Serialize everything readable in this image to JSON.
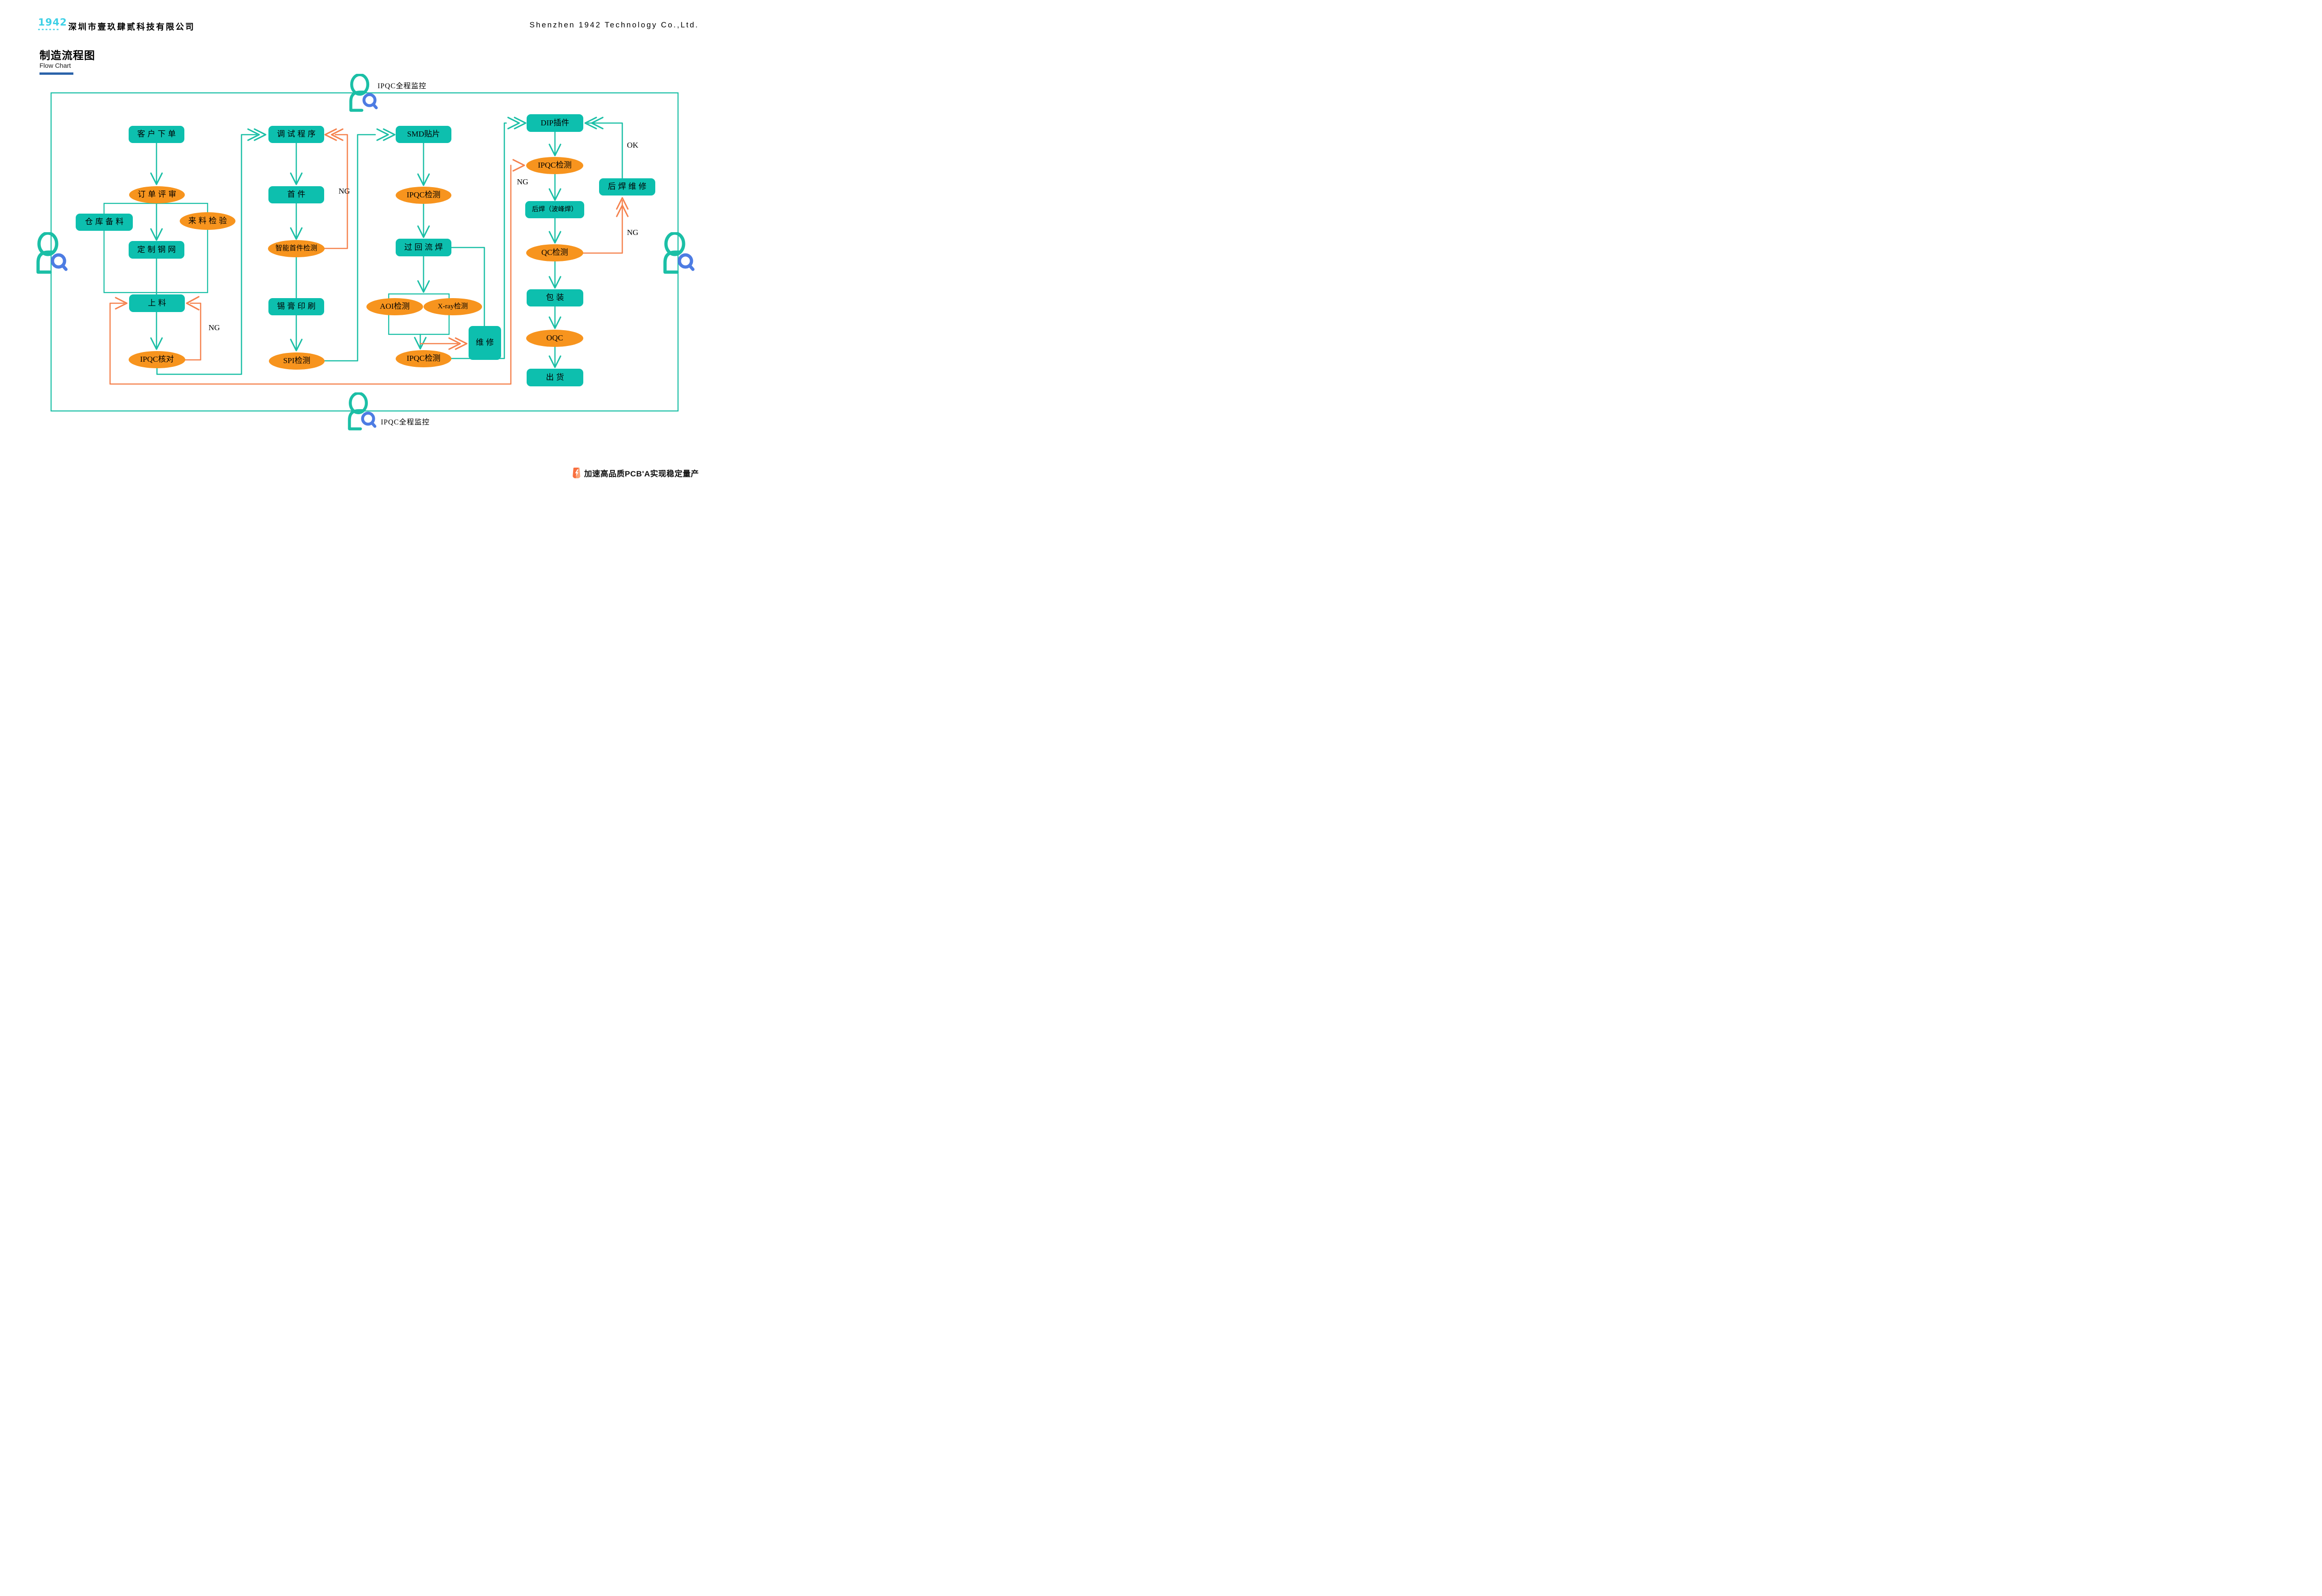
{
  "header": {
    "logo_text": "1942",
    "company_cn": "深圳市壹玖肆贰科技有限公司",
    "company_en": "Shenzhen 1942 Technology Co.,Ltd."
  },
  "title": {
    "cn": "制造流程图",
    "en": "Flow Chart"
  },
  "monitor": {
    "top_label": "IPQC全程监控",
    "bottom_label": "IPQC全程监控"
  },
  "footer": {
    "tagline": "加速高品质PCB'A实现稳定量产",
    "badge_icon": "lightning-bolt-icon"
  },
  "colors": {
    "teal_fill": "#0dbfae",
    "teal_line": "#1bbfa6",
    "orange_fill": "#f7941e",
    "orange_line": "#f5824e",
    "blue_accent": "#4d7ce3",
    "logo_cyan": "#3ed0e6",
    "underline_blue": "#2b63a9",
    "badge_orange": "#f97c4d"
  },
  "flow": {
    "nodes": {
      "customer_order": {
        "label": "客户下单",
        "shape": "rect"
      },
      "order_review": {
        "label": "订单评审",
        "shape": "ellipse"
      },
      "warehouse_prep": {
        "label": "仓库备料",
        "shape": "rect"
      },
      "incoming_inspection": {
        "label": "来料检验",
        "shape": "ellipse"
      },
      "custom_stencil": {
        "label": "定制钢网",
        "shape": "rect"
      },
      "loading": {
        "label": "上料",
        "shape": "rect"
      },
      "ipqc_check": {
        "label": "IPQC核对",
        "shape": "ellipse"
      },
      "program_debug": {
        "label": "调试程序",
        "shape": "rect"
      },
      "first_article": {
        "label": "首件",
        "shape": "rect"
      },
      "smart_first_article_inspection": {
        "label": "智能首件检测",
        "shape": "ellipse"
      },
      "solder_paste_printing": {
        "label": "锡膏印刷",
        "shape": "rect"
      },
      "spi_inspection": {
        "label": "SPI检测",
        "shape": "ellipse"
      },
      "smd_placement": {
        "label": "SMD贴片",
        "shape": "rect"
      },
      "ipqc_inspection_smd": {
        "label": "IPQC检测",
        "shape": "ellipse"
      },
      "reflow_soldering": {
        "label": "过回流焊",
        "shape": "rect"
      },
      "aoi_inspection": {
        "label": "AOI检测",
        "shape": "ellipse"
      },
      "xray_inspection": {
        "label": "X-ray检测",
        "shape": "ellipse"
      },
      "repair": {
        "label": "维修",
        "shape": "rect"
      },
      "ipqc_inspection_post_reflow": {
        "label": "IPQC检测",
        "shape": "ellipse"
      },
      "dip_insertion": {
        "label": "DIP插件",
        "shape": "rect"
      },
      "ipqc_inspection_dip": {
        "label": "IPQC检测",
        "shape": "ellipse"
      },
      "wave_soldering": {
        "label": "后焊（波峰焊）",
        "shape": "rect"
      },
      "post_solder_repair": {
        "label": "后焊维修",
        "shape": "rect"
      },
      "qc_inspection": {
        "label": "QC检测",
        "shape": "ellipse"
      },
      "packaging": {
        "label": "包装",
        "shape": "rect"
      },
      "oqc": {
        "label": "OQC",
        "shape": "ellipse"
      },
      "shipment": {
        "label": "出货",
        "shape": "rect"
      }
    },
    "edge_labels": {
      "ng_loading_loop": "NG",
      "ng_first_article": "NG",
      "ng_dip_ipqc": "NG",
      "ng_qc": "NG",
      "ok_repair": "OK"
    }
  }
}
